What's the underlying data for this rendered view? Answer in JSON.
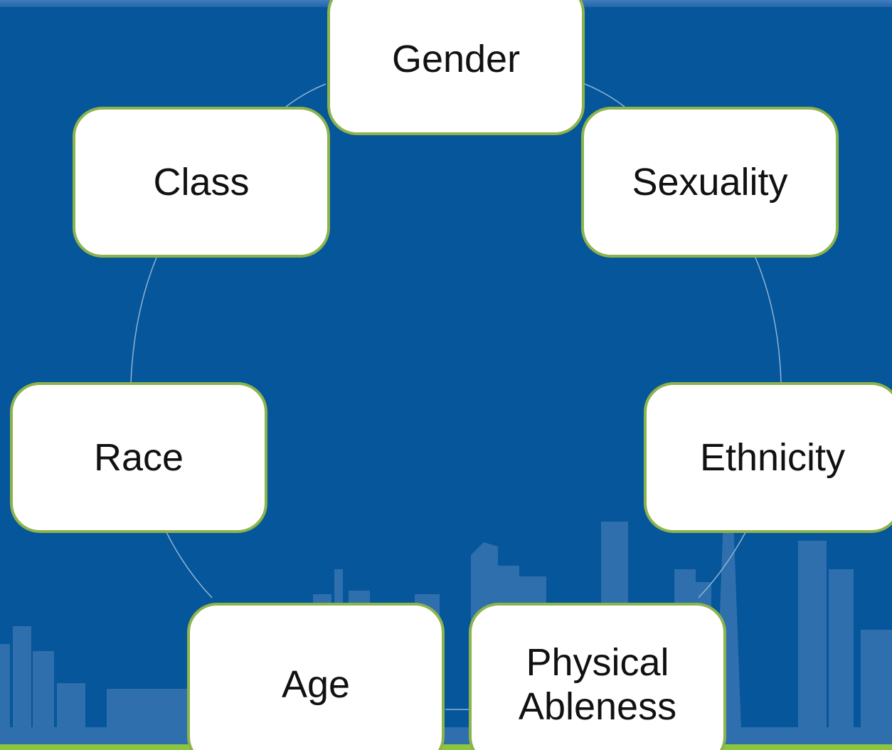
{
  "diagram": {
    "nodes": [
      {
        "id": "gender",
        "label": "Gender"
      },
      {
        "id": "sexuality",
        "label": "Sexuality"
      },
      {
        "id": "ethnicity",
        "label": "Ethnicity"
      },
      {
        "id": "physical-ableness",
        "label": "Physical\nAbleness"
      },
      {
        "id": "age",
        "label": "Age"
      },
      {
        "id": "race",
        "label": "Race"
      },
      {
        "id": "class",
        "label": "Class"
      }
    ]
  },
  "colors": {
    "background": "#05569a",
    "node_fill": "#ffffff",
    "node_border": "#8db34c",
    "connector": "#8fb3d6",
    "skyline": "#2f6fae",
    "accent_bar": "#8cc63f"
  }
}
